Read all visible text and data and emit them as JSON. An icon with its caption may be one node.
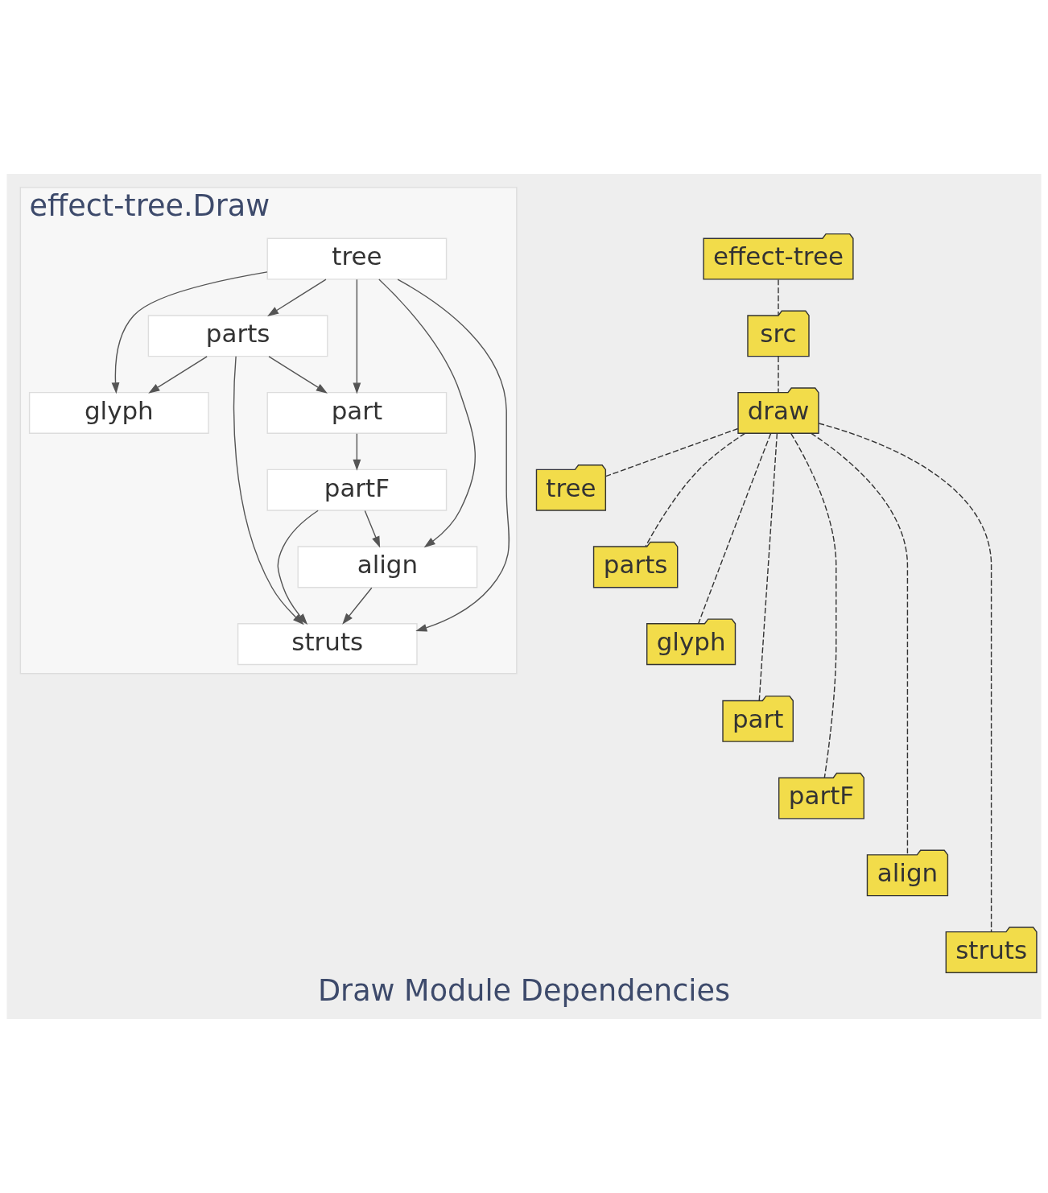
{
  "diagram": {
    "caption": "Draw Module Dependencies",
    "nodes": [
      {
        "text": [
          "effect-tree.Draw"
        ]
      },
      {
        "text": [
          "tree"
        ],
        "in": 0
      },
      {
        "text": [
          "parts"
        ],
        "in": 0
      },
      {
        "text": [
          "glyph"
        ],
        "in": 0
      },
      {
        "text": [
          "part"
        ],
        "in": 0
      },
      {
        "text": [
          "partF"
        ],
        "in": 0
      },
      {
        "text": [
          "align"
        ],
        "in": 0
      },
      {
        "text": [
          "struts"
        ],
        "in": 0
      },
      {
        "text": [
          "effect-tree"
        ]
      },
      {
        "text": [
          "src"
        ]
      },
      {
        "text": [
          "draw"
        ]
      },
      {
        "text": [
          "tree"
        ]
      },
      {
        "text": [
          "parts"
        ]
      },
      {
        "text": [
          "glyph"
        ]
      },
      {
        "text": [
          "part"
        ]
      },
      {
        "text": [
          "partF"
        ]
      },
      {
        "text": [
          "align"
        ]
      },
      {
        "text": [
          "struts"
        ]
      }
    ],
    "edges": [
      {
        "from": 1,
        "to": 7,
        "arrow": "to"
      },
      {
        "from": 1,
        "to": 6,
        "arrow": "to"
      },
      {
        "from": 1,
        "to": 4,
        "arrow": "to"
      },
      {
        "from": 1,
        "to": 2,
        "arrow": "to"
      },
      {
        "from": 1,
        "to": 3,
        "arrow": "to"
      },
      {
        "from": 2,
        "to": 4,
        "arrow": "to"
      },
      {
        "from": 2,
        "to": 7,
        "arrow": "to"
      },
      {
        "from": 2,
        "to": 3,
        "arrow": "to"
      },
      {
        "from": 4,
        "to": 5,
        "arrow": "to"
      },
      {
        "from": 5,
        "to": 6,
        "arrow": "to"
      },
      {
        "from": 5,
        "to": 7,
        "arrow": "to"
      },
      {
        "from": 6,
        "to": 7,
        "arrow": "to"
      },
      {
        "from": 8,
        "to": 9,
        "arrow": "none",
        "style": "dashed"
      },
      {
        "from": 9,
        "to": 10,
        "arrow": "none",
        "style": "dashed"
      },
      {
        "from": 10,
        "to": 11,
        "arrow": "none",
        "style": "dashed"
      },
      {
        "from": 10,
        "to": 12,
        "arrow": "none",
        "style": "dashed"
      },
      {
        "from": 10,
        "to": 13,
        "arrow": "none",
        "style": "dashed"
      },
      {
        "from": 10,
        "to": 14,
        "arrow": "none",
        "style": "dashed"
      },
      {
        "from": 10,
        "to": 15,
        "arrow": "none",
        "style": "dashed"
      },
      {
        "from": 10,
        "to": 16,
        "arrow": "none",
        "style": "dashed"
      },
      {
        "from": 10,
        "to": 17,
        "arrow": "none",
        "style": "dashed"
      }
    ]
  }
}
